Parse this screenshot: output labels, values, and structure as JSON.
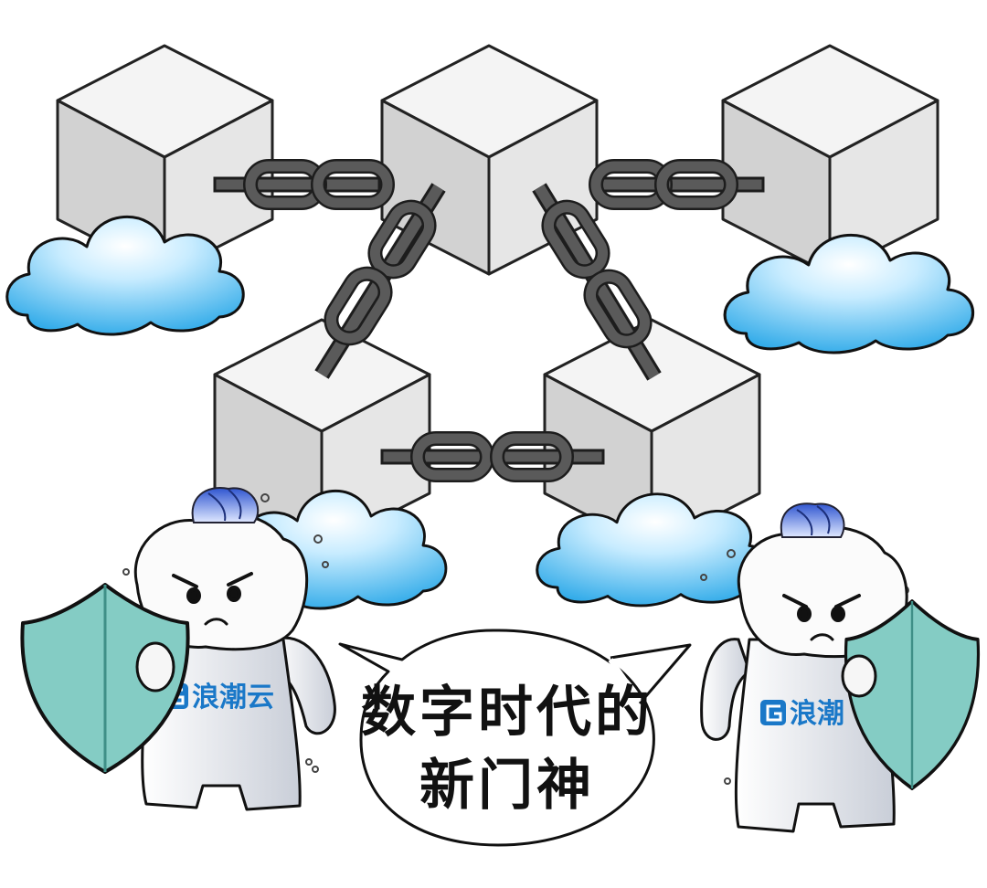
{
  "speech_bubble": {
    "line1": "数字时代的",
    "line2": "新门神"
  },
  "mascot_left": {
    "logo_text": "浪潮云",
    "logo_icon": "inspur-cloud-logo-icon",
    "shield_icon": "shield-icon"
  },
  "mascot_right": {
    "logo_text": "浪潮",
    "logo_icon": "inspur-cloud-logo-icon",
    "shield_icon": "shield-icon"
  },
  "colors": {
    "cube_left_face": "#d2d2d2",
    "cube_right_face": "#e6e6e6",
    "cube_top_face": "#f4f4f4",
    "chain": "#555555",
    "cloud_top": "#e9f7ff",
    "cloud_bottom": "#37b2ec",
    "shield": "#84ccc4",
    "logo_blue": "#1a78c8",
    "hair_blue": "#3a63d6"
  }
}
